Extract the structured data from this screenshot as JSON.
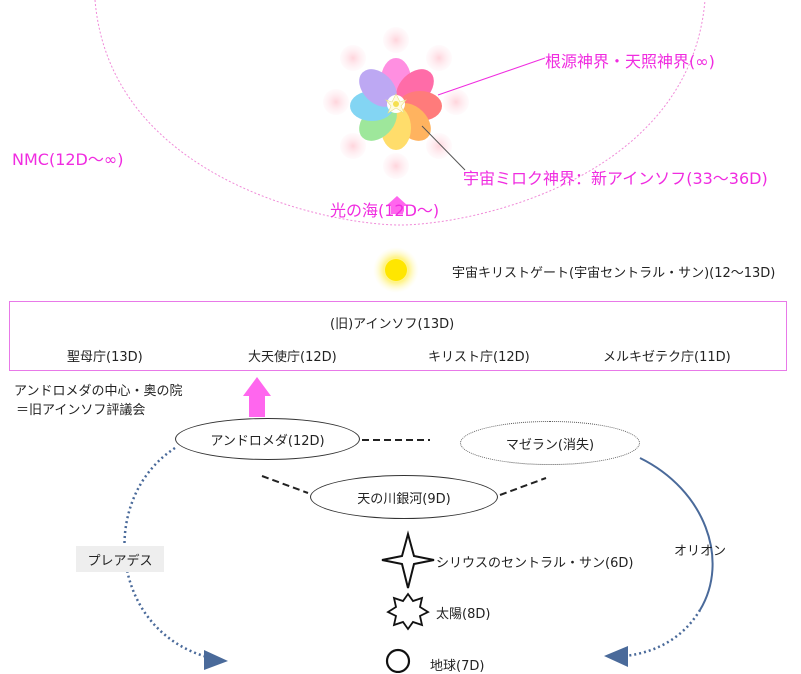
{
  "colors": {
    "accent": "#f02ce0",
    "arrow_pink": "#ff66ee",
    "arrow_blue": "#4a6a9a",
    "sun": "#ffe600"
  },
  "top": {
    "source_realm": "根源神界・天照神界(∞)",
    "nmc": "NMC(12D〜∞)",
    "miroku": "宇宙ミロク神界：新アインソフ(33〜36D)",
    "sea_of_light": "光の海(12D〜)",
    "gate": "宇宙キリストゲート(宇宙セントラル・サン)(12〜13D)"
  },
  "ainsoph": {
    "title": "(旧)アインソフ(13D)",
    "agencies": [
      "聖母庁(13D)",
      "大天使庁(12D)",
      "キリスト庁(12D)",
      "メルキゼテク庁(11D)"
    ]
  },
  "andromeda_note": [
    "アンドロメダの中心・奥の院",
    "＝旧アインソフ評議会"
  ],
  "galaxies": {
    "andromeda": "アンドロメダ(12D)",
    "magellan": "マゼラン(消失)",
    "milky_way": "天の川銀河(9D)"
  },
  "paths": {
    "pleiades": "プレアデス",
    "orion": "オリオン"
  },
  "bodies": {
    "sirius": "シリウスのセントラル・サン(6D)",
    "sun": "太陽(8D)",
    "earth": "地球(7D)"
  },
  "icons": {
    "flower": "lotus-mandala-icon",
    "gate": "glowing-sun-icon",
    "sirius": "four-point-star-icon",
    "sun": "eight-point-star-icon",
    "earth": "circle-icon"
  }
}
